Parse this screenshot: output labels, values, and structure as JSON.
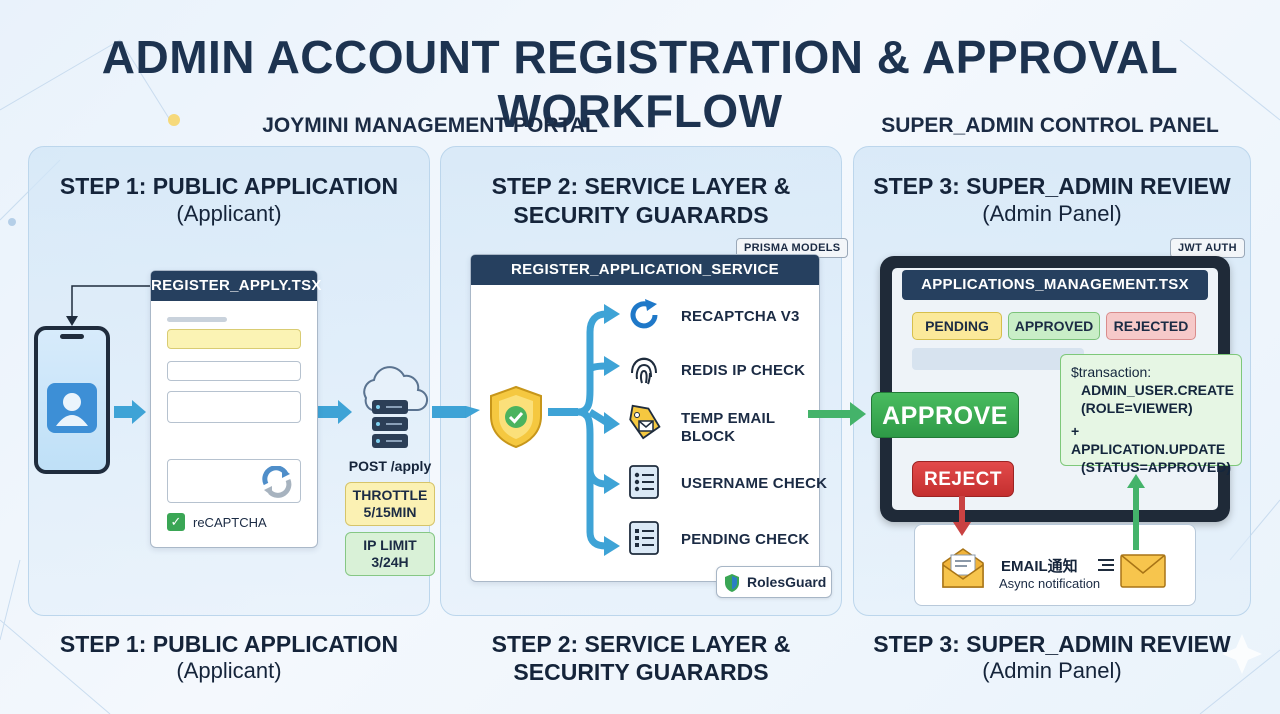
{
  "title": "ADMIN ACCOUNT REGISTRATION & APPROVAL WORKFLOW",
  "sections": {
    "left": "JOYMINI MANAGEMENT PORTAL",
    "right": "SUPER_ADMIN CONTROL PANEL"
  },
  "step1": {
    "title": "STEP 1: PUBLIC APPLICATION",
    "subtitle": "(Applicant)",
    "card_title": "REGISTER_APPLY.TSX",
    "recaptcha_label": "reCAPTCHA",
    "post_label": "POST /apply",
    "throttle": "THROTTLE 5/15MIN",
    "ip_limit": "IP LIMIT 3/24H"
  },
  "step2": {
    "title_line1": "STEP 2: SERVICE LAYER &",
    "title_line2": "SECURITY GUARARDS",
    "tag": "PRISMA MODELS",
    "card_title": "REGISTER_APPLICATION_SERVICE",
    "checks": [
      {
        "label": "RECAPTCHA V3",
        "icon": "refresh-icon"
      },
      {
        "label": "REDIS IP CHECK",
        "icon": "fingerprint-icon"
      },
      {
        "label": "TEMP EMAIL BLOCK",
        "icon": "tag-mail-icon"
      },
      {
        "label": "USERNAME CHECK",
        "icon": "list-user-icon"
      },
      {
        "label": "PENDING CHECK",
        "icon": "list-icon"
      }
    ],
    "guard_label": "RolesGuard"
  },
  "step3": {
    "title": "STEP 3: SUPER_ADMIN REVIEW",
    "subtitle": "(Admin Panel)",
    "tag": "JWT AUTH",
    "card_title": "APPLICATIONS_MANAGEMENT.TSX",
    "tabs": [
      "PENDING",
      "APPROVED",
      "REJECTED"
    ],
    "approve_label": "APPROVE",
    "reject_label": "REJECT",
    "tx_line1": "$transaction:",
    "tx_line2": "ADMIN_USER.CREATE",
    "tx_line3": "(ROLE=VIEWER)",
    "tx_line4": "+ APPLICATION.UPDATE",
    "tx_line5": "(STATUS=APPROVED)",
    "email_title": "EMAIL通知",
    "email_sub": "Async notification"
  },
  "footer": {
    "step1_title": "STEP 1: PUBLIC APPLICATION",
    "step1_sub": "(Applicant)",
    "step2_line1": "STEP 2: SERVICE LAYER &",
    "step2_line2": "SECURITY GUARARDS",
    "step3_title": "STEP 3: SUPER_ADMIN REVIEW",
    "step3_sub": "(Admin Panel)"
  },
  "colors": {
    "navy": "#26405f",
    "arrow_blue": "#3ea3d6",
    "green": "#3aa655",
    "red": "#d83a3a",
    "pending": "#fbe99a",
    "approved": "#c9eec7",
    "rejected": "#f6c9c9"
  }
}
